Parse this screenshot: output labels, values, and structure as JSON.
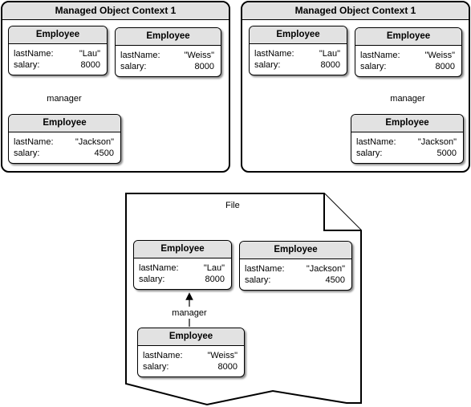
{
  "contexts": [
    {
      "title": "Managed Object Context 1",
      "employees": [
        {
          "title": "Employee",
          "field1": "lastName:",
          "value1": "\"Lau\"",
          "field2": "salary:",
          "value2": "8000"
        },
        {
          "title": "Employee",
          "field1": "lastName:",
          "value1": "\"Weiss\"",
          "field2": "salary:",
          "value2": "8000"
        },
        {
          "title": "Employee",
          "field1": "lastName:",
          "value1": "\"Jackson\"",
          "field2": "salary:",
          "value2": "4500"
        }
      ],
      "relationship": "manager"
    },
    {
      "title": "Managed Object Context 1",
      "employees": [
        {
          "title": "Employee",
          "field1": "lastName:",
          "value1": "\"Lau\"",
          "field2": "salary:",
          "value2": "8000"
        },
        {
          "title": "Employee",
          "field1": "lastName:",
          "value1": "\"Weiss\"",
          "field2": "salary:",
          "value2": "8000"
        },
        {
          "title": "Employee",
          "field1": "lastName:",
          "value1": "\"Jackson\"",
          "field2": "salary:",
          "value2": "5000"
        }
      ],
      "relationship": "manager"
    }
  ],
  "file": {
    "label": "File",
    "employees": [
      {
        "title": "Employee",
        "field1": "lastName:",
        "value1": "\"Lau\"",
        "field2": "salary:",
        "value2": "8000"
      },
      {
        "title": "Employee",
        "field1": "lastName:",
        "value1": "\"Jackson\"",
        "field2": "salary:",
        "value2": "4500"
      },
      {
        "title": "Employee",
        "field1": "lastName:",
        "value1": "\"Weiss\"",
        "field2": "salary:",
        "value2": "8000"
      }
    ],
    "relationship": "manager"
  }
}
